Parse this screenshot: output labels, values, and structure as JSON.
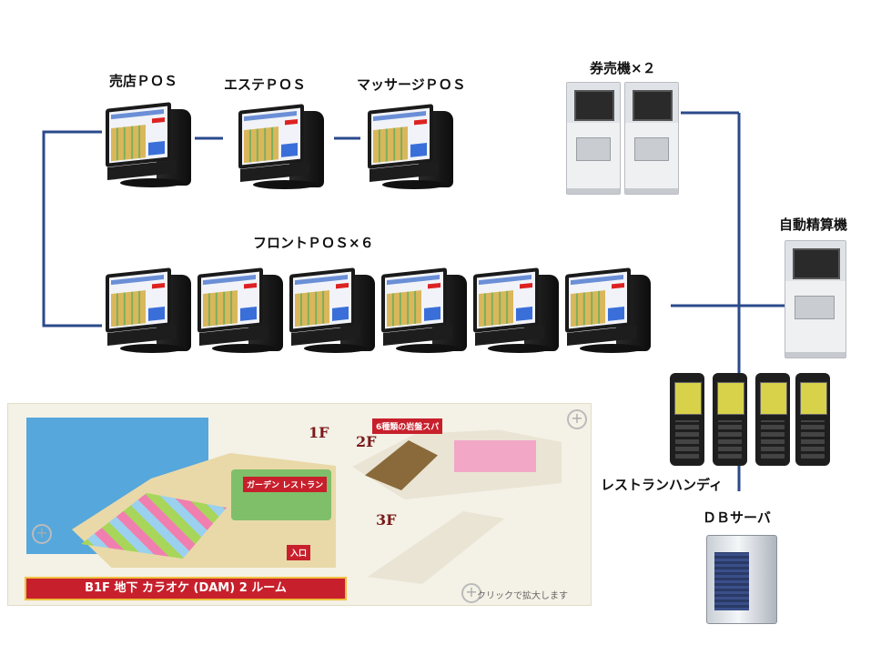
{
  "labels": {
    "kiosk_pos": "売店ＰＯＳ",
    "esthe_pos": "エステＰＯＳ",
    "massage_pos": "マッサージＰＯＳ",
    "ticket_machine": "券売機×２",
    "front_pos": "フロントＰＯＳ×６",
    "auto_checkout": "自動精算機",
    "restaurant_handy": "レストランハンディ",
    "db_server": "ＤＢサーバ"
  },
  "floor_map": {
    "floor_1f": "1F",
    "floor_2f": "2F",
    "floor_3f": "3F",
    "banner": "B1F 地下 カラオケ (DAM) 2 ルーム",
    "click_hint": "クリックで拡大します",
    "spa_2f": "6種類の岩盤スパ",
    "restaurant_1f": "ガーデン レストラン",
    "entrance": "入口"
  },
  "colors": {
    "wire": "#2b4a8c",
    "banner": "#c7202c"
  }
}
